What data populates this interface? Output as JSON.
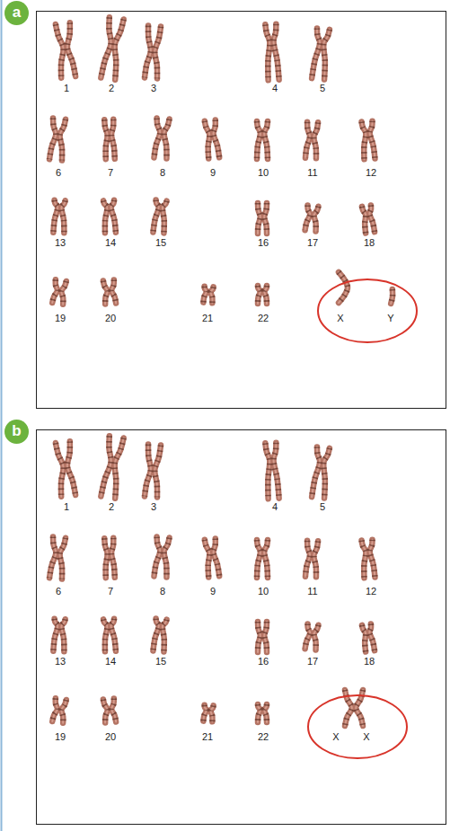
{
  "diagram": {
    "nodes": [
      {
        "text": [
          "a"
        ]
      },
      {
        "text": [
          "X",
          "Y"
        ],
        "in": 0
      },
      {
        "text": [
          "b"
        ]
      },
      {
        "text": [
          "X",
          "X"
        ],
        "in": 2
      }
    ],
    "labels": [
      "1",
      "2",
      "3",
      "4",
      "5",
      "6",
      "7",
      "8",
      "9",
      "10",
      "11",
      "12",
      "13",
      "14",
      "15",
      "16",
      "17",
      "18",
      "19",
      "20",
      "21",
      "22",
      "1",
      "2",
      "3",
      "4",
      "5",
      "6",
      "7",
      "8",
      "9",
      "10",
      "11",
      "12",
      "13",
      "14",
      "15",
      "16",
      "17",
      "18",
      "19",
      "20",
      "21",
      "22"
    ]
  }
}
